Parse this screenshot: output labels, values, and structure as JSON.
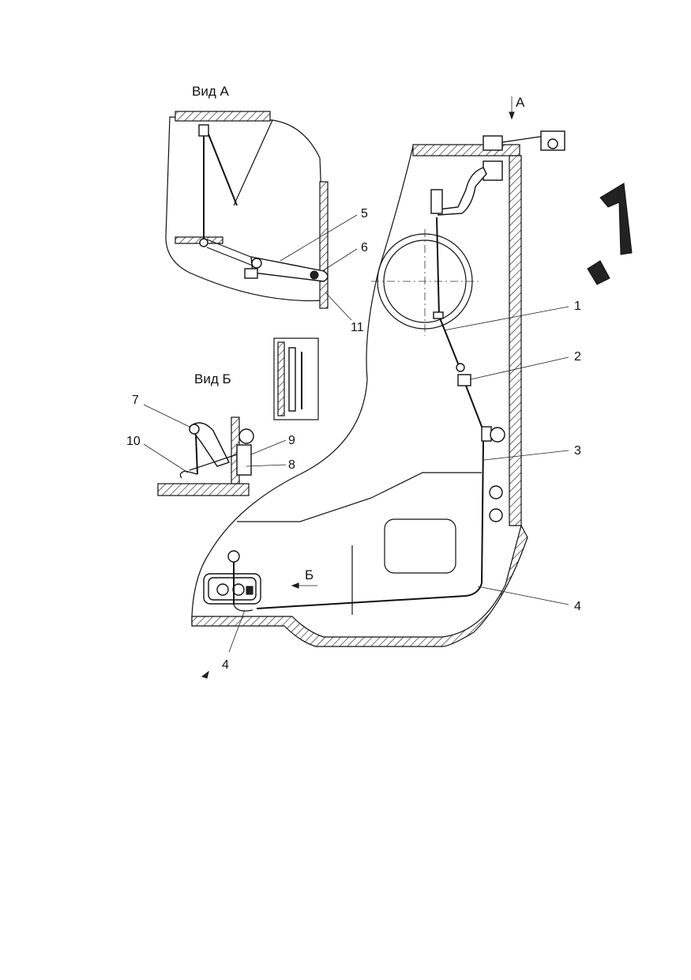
{
  "views": {
    "view_a": "Вид А",
    "view_b": "Вид Б"
  },
  "arrows": {
    "a": "А",
    "b": "Б"
  },
  "callouts": {
    "n1": "1",
    "n2": "2",
    "n3": "3",
    "n4_right": "4",
    "n4_bottom": "4",
    "n5": "5",
    "n6": "6",
    "n7": "7",
    "n8": "8",
    "n9": "9",
    "n10": "10",
    "n11": "11"
  }
}
